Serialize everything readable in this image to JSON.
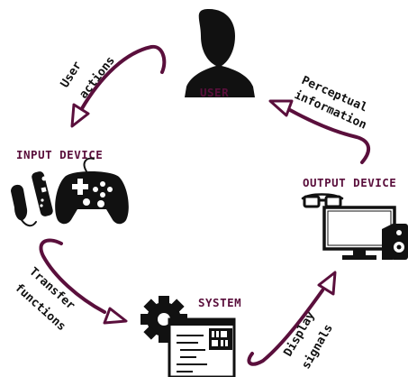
{
  "nodes": {
    "user": {
      "label": "USER",
      "icon": "user-silhouette-icon"
    },
    "input_device": {
      "label": "INPUT DEVICE",
      "icon": "gamepad-and-wiimote-icon"
    },
    "system": {
      "label": "SYSTEM",
      "icon": "gear-and-code-window-icon"
    },
    "output_device": {
      "label": "OUTPUT DEVICE",
      "icon": "3d-glasses-monitor-speakers-icon"
    }
  },
  "edges": {
    "user_actions": {
      "line1": "User",
      "line2": "actions"
    },
    "transfer_functions": {
      "line1": "Transfer",
      "line2": "functions"
    },
    "display_signals": {
      "line1": "Display",
      "line2": "signals"
    },
    "perceptual_information": {
      "line1": "Perceptual",
      "line2": "information"
    }
  },
  "colors": {
    "accent": "#5a0f3c",
    "ink": "#111111",
    "background": "#ffffff"
  }
}
